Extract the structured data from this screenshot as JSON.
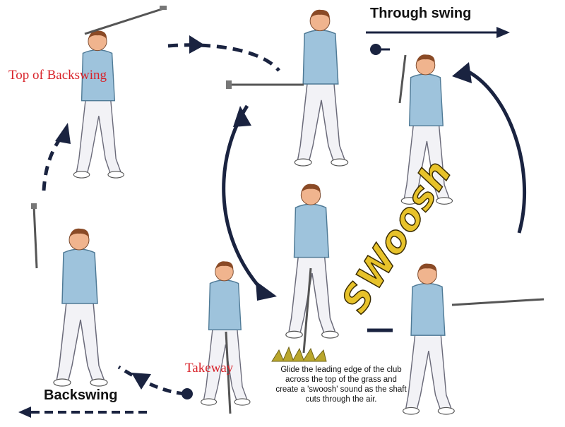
{
  "labels": {
    "top_of_backswing": "Top of Backswing",
    "through_swing": "Through swing",
    "takeway": "Takeway",
    "backswing": "Backswing",
    "swoosh": "SWoosh"
  },
  "caption": "Glide the leading edge of the club across the top of the grass and create a 'swoosh' sound as the shaft cuts through the air.",
  "colors": {
    "arrow": "#1a2340",
    "label_red": "#d8232a",
    "shirt": "#9ec3dc",
    "trousers": "#f2f2f6",
    "hair": "#8a4a26",
    "skin": "#f0b48e",
    "grass": "#b9a62c",
    "swoosh_fill": "#e7c22a"
  }
}
